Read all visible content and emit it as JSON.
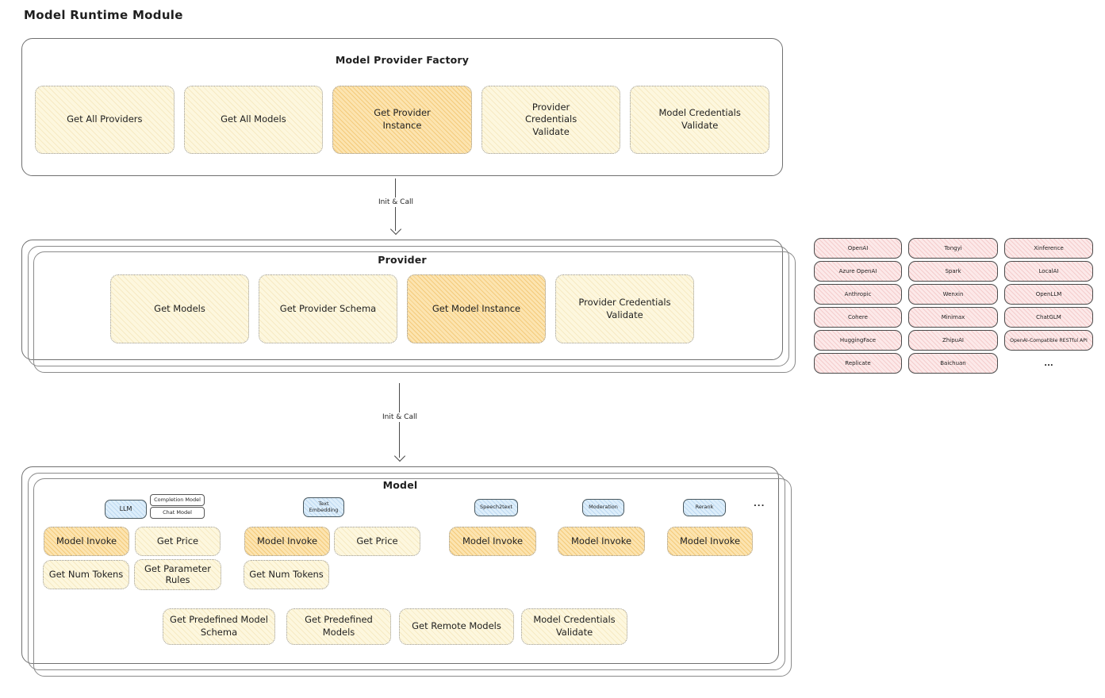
{
  "page_title": "Model Runtime Module",
  "arrows": {
    "label1": "Init & Call",
    "label2": "Init & Call"
  },
  "factory": {
    "title": "Model Provider Factory",
    "boxes": [
      "Get All Providers",
      "Get All Models",
      "Get Provider Instance",
      "Provider Credentials Validate",
      "Model Credentials Validate"
    ]
  },
  "provider": {
    "title": "Provider",
    "boxes": [
      "Get Models",
      "Get Provider Schema",
      "Get Model Instance",
      "Provider Credentials Validate"
    ]
  },
  "providers": {
    "items": [
      "OpenAI",
      "Tongyi",
      "Xinference",
      "Azure OpenAI",
      "Spark",
      "LocalAI",
      "Anthropic",
      "Wenxin",
      "OpenLLM",
      "Cohere",
      "Minimax",
      "ChatGLM",
      "HuggingFace",
      "ZhipuAI",
      "OpenAI-Compatible RESTful API",
      "Replicate",
      "Baichuan",
      "..."
    ]
  },
  "model": {
    "title": "Model",
    "tags": [
      "LLM",
      "Completion Model",
      "Chat Model",
      "Text Embedding",
      "Speech2text",
      "Moderation",
      "Rerank"
    ],
    "tags_more": "...",
    "row1": [
      "Model Invoke",
      "Get Price",
      "Model Invoke",
      "Get Price",
      "Model Invoke",
      "Model Invoke",
      "Model Invoke"
    ],
    "row2": [
      "Get Num Tokens",
      "Get Parameter Rules",
      "Get Num Tokens"
    ],
    "bottom": [
      "Get Predefined Model Schema",
      "Get Predefined Models",
      "Get Remote Models",
      "Model Credentials Validate"
    ]
  },
  "colors": {
    "yellow": "#fdf7de",
    "orange": "#fce4b0",
    "pink": "#fce9e9",
    "blue": "#ddeefb",
    "ink": "#1f1f1f"
  }
}
